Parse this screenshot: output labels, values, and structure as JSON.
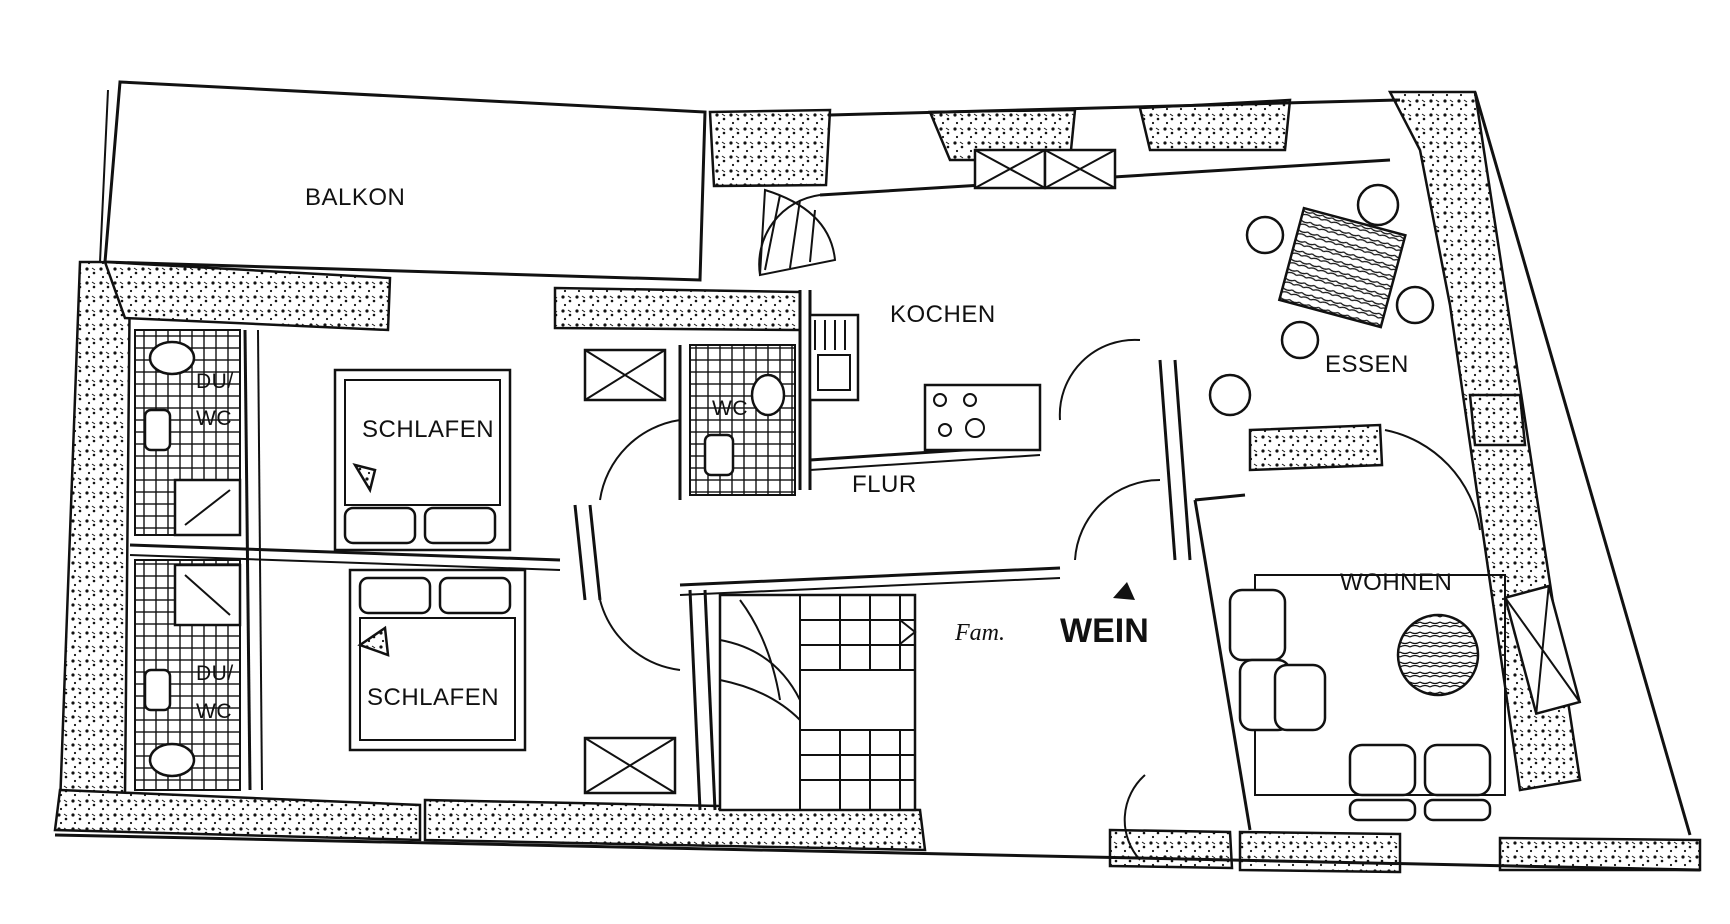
{
  "rooms": {
    "balkon": "BALKON",
    "kochen": "KOCHEN",
    "essen": "ESSEN",
    "schlafen_top": "SCHLAFEN",
    "schlafen_bottom": "SCHLAFEN",
    "flur": "FLUR",
    "wohnen": "WOHNEN",
    "wc_small": "WC",
    "du_top": "DU/",
    "wc_top": "WC",
    "du_bottom": "DU/",
    "wc_bottom": "WC"
  },
  "nameplate": {
    "prefix": "Fam.",
    "name": "WEIN"
  }
}
